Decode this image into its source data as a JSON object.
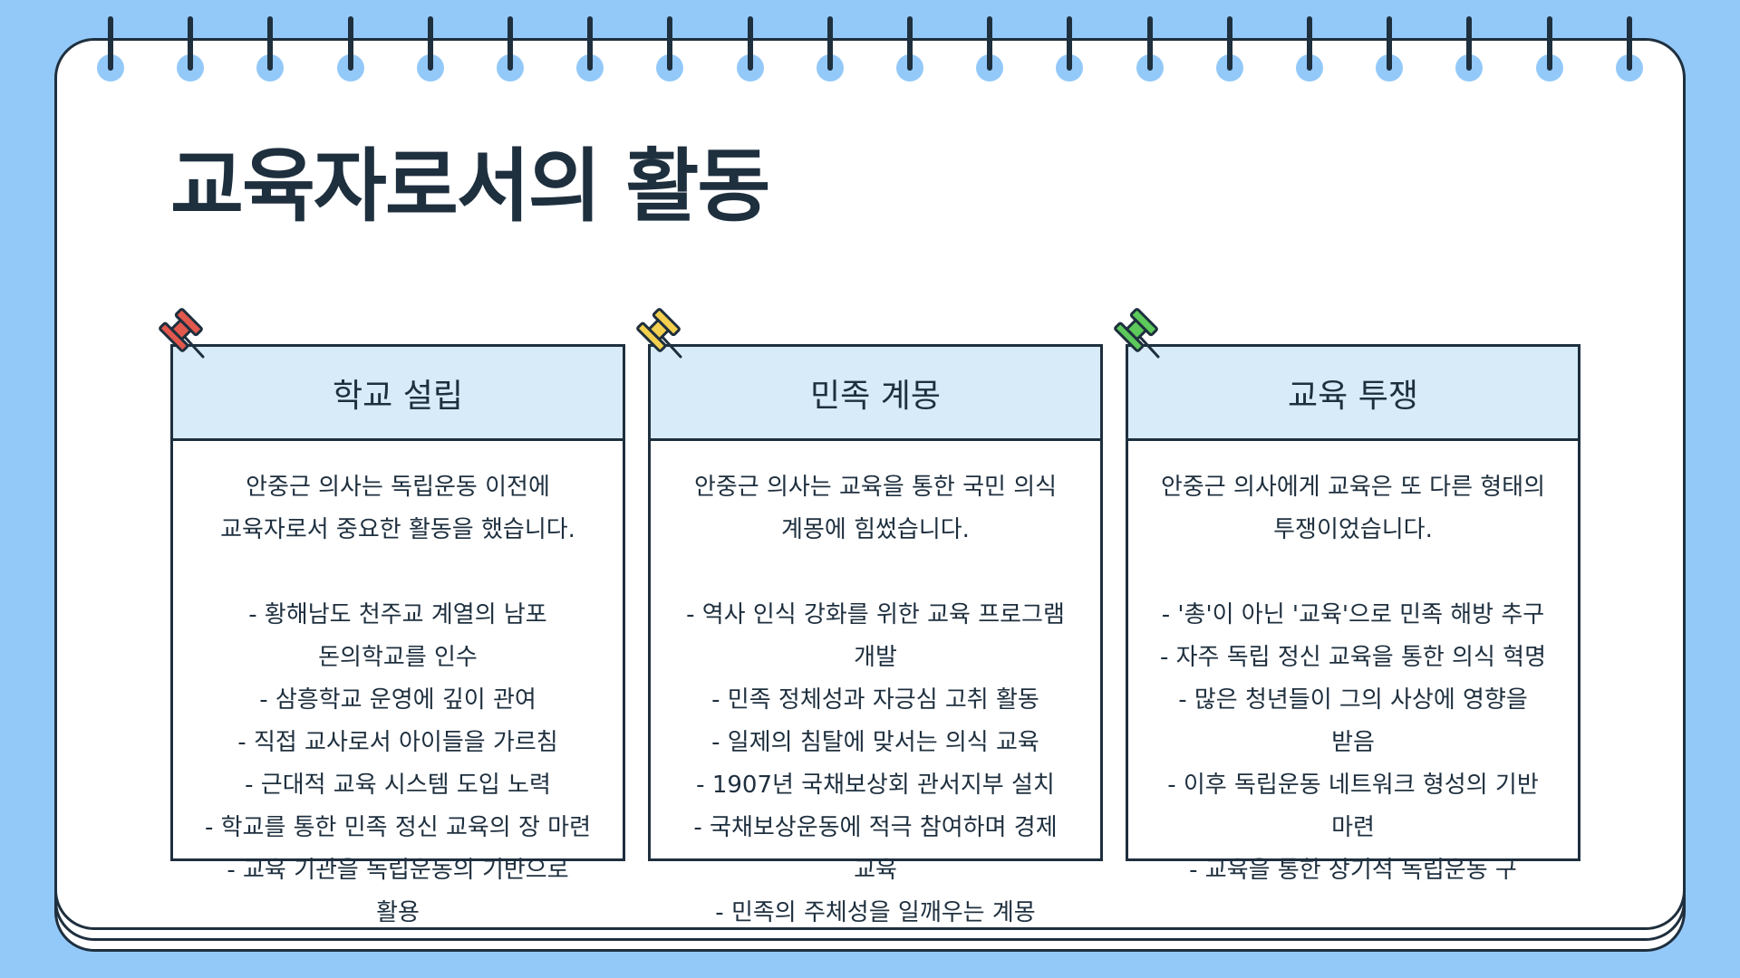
{
  "page": {
    "title": "교육자로서의 활동",
    "colors": {
      "background": "#93c9f9",
      "ink": "#1e2f3e",
      "card_header": "#d7ebf8",
      "pin_red": "#e2584d",
      "pin_yellow": "#f4d04f",
      "pin_green": "#5cc95a"
    }
  },
  "cards": [
    {
      "heading": "학교 설립",
      "body": "안중근 의사는 독립운동 이전에 교육자로서 중요한 활동을 했습니다.\n\n- 황해남도 천주교 계열의 남포 돈의학교를 인수\n- 삼흥학교 운영에 깊이 관여\n- 직접 교사로서 아이들을 가르침\n- 근대적 교육 시스템 도입 노력\n- 학교를 통한 민족 정신 교육의 장 마련\n- 교육 기관을 독립운동의 기반으로 활용",
      "pin_icon": "pushpin-red-icon"
    },
    {
      "heading": "민족 계몽",
      "body": "안중근 의사는 교육을 통한 국민 의식 계몽에 힘썼습니다.\n\n- 역사 인식 강화를 위한 교육 프로그램 개발\n- 민족 정체성과 자긍심 고취 활동\n- 일제의 침탈에 맞서는 의식 교육\n- 1907년 국채보상회 관서지부 설치\n- 국채보상운동에 적극 참여하며 경제 교육\n- 민족의 주체성을 일깨우는 계몽",
      "pin_icon": "pushpin-yellow-icon"
    },
    {
      "heading": "교육 투쟁",
      "body": "안중근 의사에게 교육은 또 다른 형태의 투쟁이었습니다.\n\n- '총'이 아닌 '교육'으로 민족 해방 추구\n- 자주 독립 정신 교육을 통한 의식 혁명\n- 많은 청년들이 그의 사상에 영향을 받음\n- 이후 독립운동 네트워크 형성의 기반 마련\n- 교육을 통한 장기적 독립운동 구",
      "pin_icon": "pushpin-green-icon"
    }
  ]
}
